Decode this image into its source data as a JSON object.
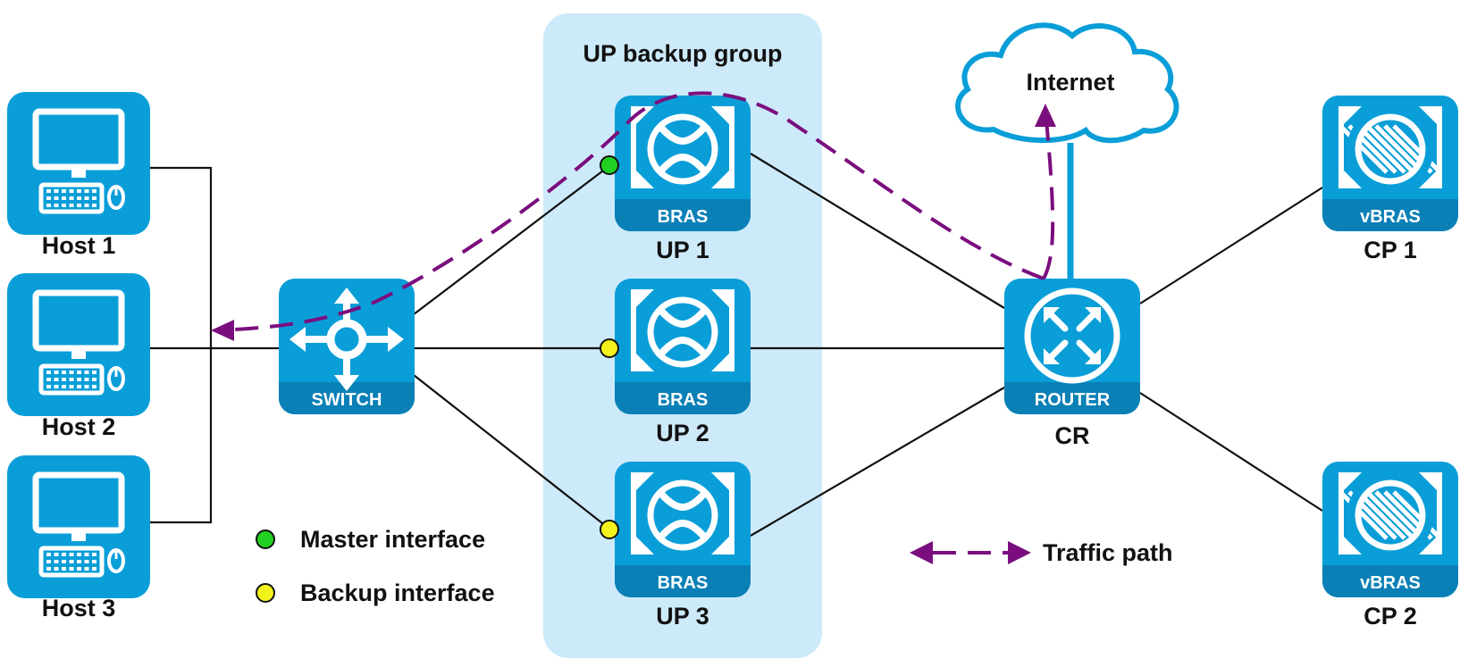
{
  "colors": {
    "device_blue": "#0a9ed8",
    "device_band": "#0a80b6",
    "group_bg": "#cdeafa",
    "traffic": "#7a0e7e",
    "master": "#22d022",
    "backup": "#f4f21c",
    "cloud_stroke": "#0a9ed8",
    "link": "#111111"
  },
  "group": {
    "title": "UP backup group"
  },
  "hosts": [
    {
      "label": "Host 1",
      "icon": "computer-icon"
    },
    {
      "label": "Host 2",
      "icon": "computer-icon"
    },
    {
      "label": "Host 3",
      "icon": "computer-icon"
    }
  ],
  "switch": {
    "band": "SWITCH",
    "icon": "switch-icon"
  },
  "ups": [
    {
      "label": "UP 1",
      "band": "BRAS",
      "interface": "master"
    },
    {
      "label": "UP 2",
      "band": "BRAS",
      "interface": "backup"
    },
    {
      "label": "UP 3",
      "band": "BRAS",
      "interface": "backup"
    }
  ],
  "cr": {
    "label": "CR",
    "band": "ROUTER",
    "icon": "router-icon"
  },
  "cps": [
    {
      "label": "CP 1",
      "band": "vBRAS"
    },
    {
      "label": "CP 2",
      "band": "vBRAS"
    }
  ],
  "internet": {
    "label": "Internet",
    "icon": "cloud-icon"
  },
  "legend": {
    "master": "Master interface",
    "backup": "Backup interface",
    "traffic": "Traffic path"
  }
}
